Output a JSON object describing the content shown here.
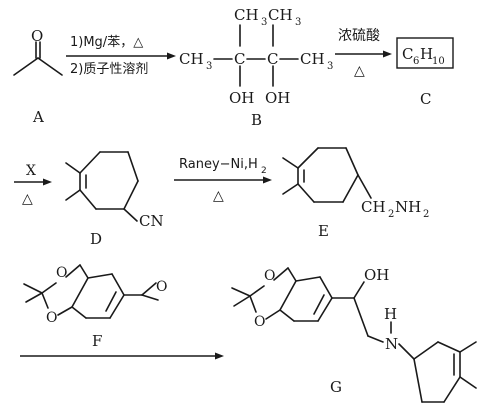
{
  "compounds": {
    "A": {
      "label": "A",
      "atoms": {
        "o": "O"
      }
    },
    "B": {
      "label": "B",
      "atoms": {
        "top_ch3": "CH",
        "top_ch3_sub": "3",
        "top_ch3b": "CH",
        "top_ch3b_sub": "3",
        "left_ch3": "CH",
        "left_ch3_sub": "3",
        "right_ch3": "CH",
        "right_ch3_sub": "3",
        "c1": "C",
        "c2": "C",
        "oh1": "OH",
        "oh2": "OH"
      }
    },
    "C": {
      "label": "C",
      "formula": {
        "c": "C",
        "c_sub": "6",
        "h": "H",
        "h_sub": "10"
      }
    },
    "D": {
      "label": "D",
      "atoms": {
        "cn": "CN"
      }
    },
    "E": {
      "label": "E",
      "atoms": {
        "ch2": "CH",
        "ch2_sub": "2",
        "nh2": "NH",
        "nh2_sub": "2"
      }
    },
    "F": {
      "label": "F",
      "atoms": {
        "o1": "O",
        "o2": "O",
        "o3": "O"
      }
    },
    "G": {
      "label": "G",
      "atoms": {
        "oh": "OH",
        "h": "H",
        "n": "N",
        "o1": "O",
        "o2": "O"
      }
    }
  },
  "conditions": {
    "a_to_b_line1": "1)Mg/苯，△",
    "a_to_b_line2": "2)质子性溶剂",
    "b_to_c_top": "浓硫酸",
    "b_to_c_bottom": "△",
    "c_to_d_top": "X",
    "c_to_d_bottom": "△",
    "d_to_e_top": "Raney−Ni,H",
    "d_to_e_top_sub": "2",
    "d_to_e_bottom": "△"
  }
}
